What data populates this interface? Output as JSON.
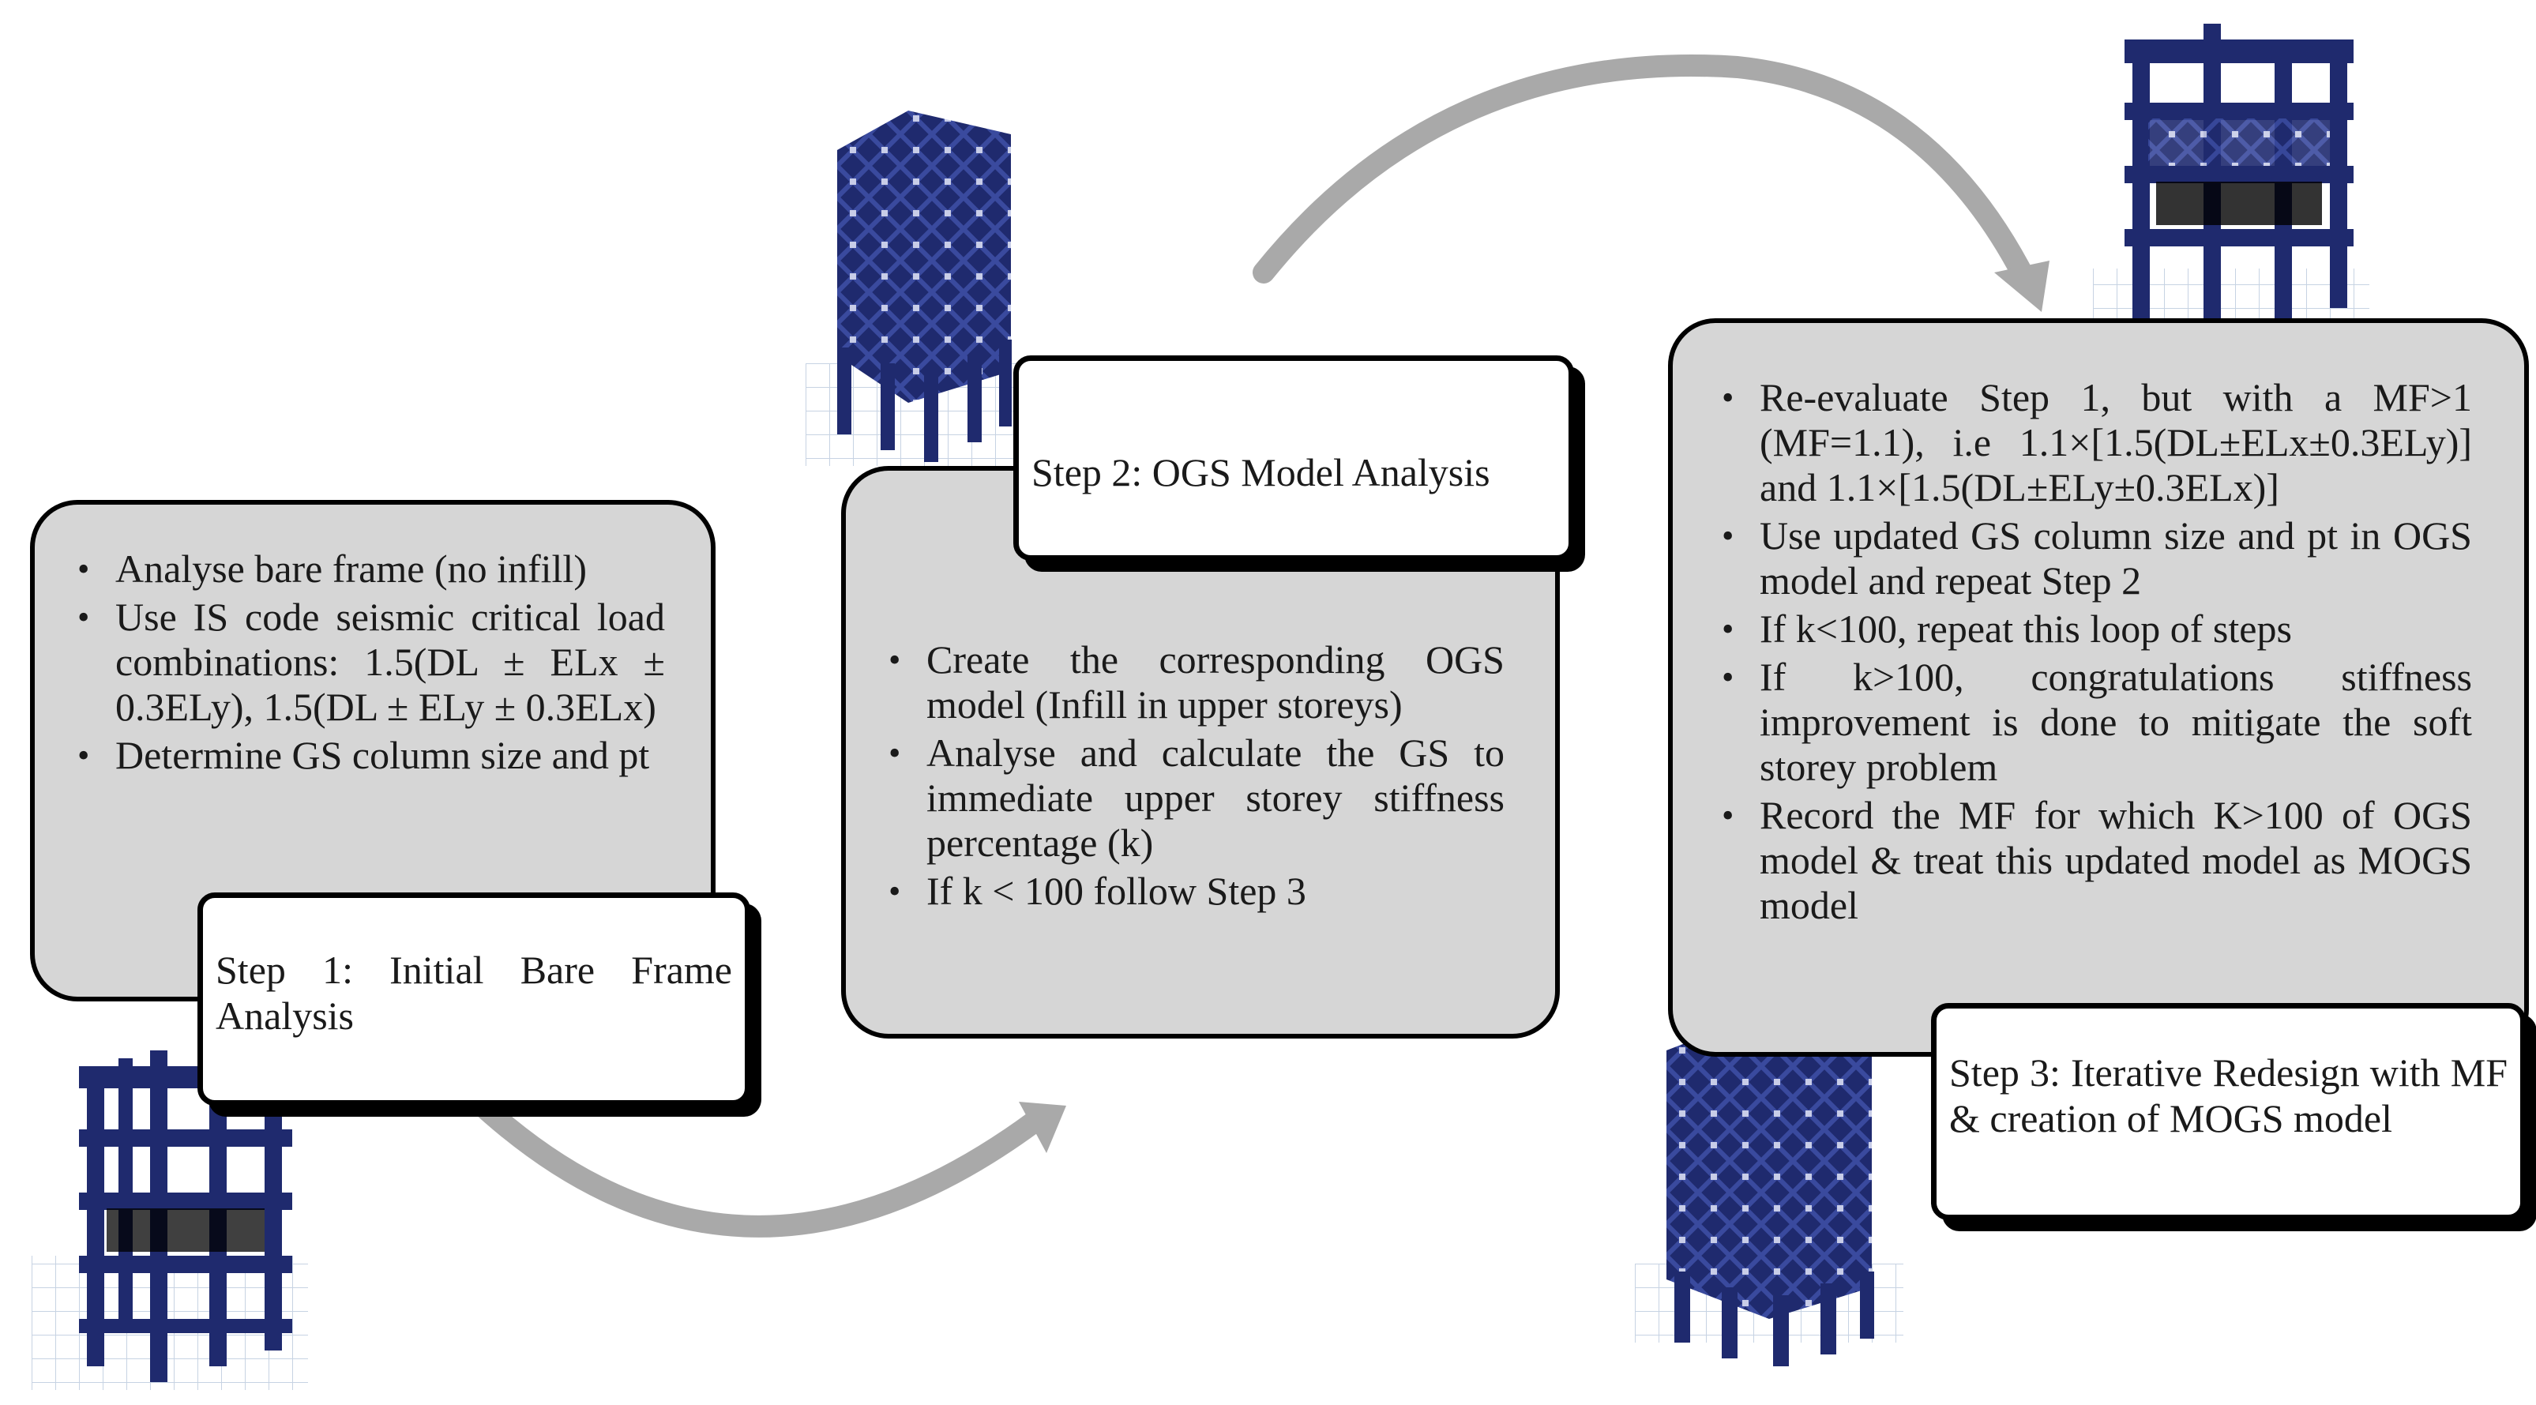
{
  "steps": {
    "step1": {
      "title": "Step 1: Initial Bare Frame Analysis",
      "items": [
        "Analyse bare frame (no infill)",
        "Use IS code seismic critical load combinations: 1.5(DL ± ELx ± 0.3ELy), 1.5(DL ± ELy ± 0.3ELx)",
        "Determine GS column size and pt"
      ],
      "model_icon": "bare-frame-building-icon"
    },
    "step2": {
      "title": "Step 2: OGS Model Analysis",
      "items": [
        "Create the corresponding OGS model (Infill in upper storeys)",
        "Analyse and calculate the GS to immediate upper storey stiffness percentage (k)",
        "If k < 100 follow Step 3"
      ],
      "model_icon": "ogs-frame-building-icon"
    },
    "step3": {
      "title": "Step 3: Iterative Redesign with MF & creation of MOGS model",
      "items": [
        "Re-evaluate Step 1, but with a MF>1 (MF=1.1), i.e 1.1×[1.5(DL±ELx±0.3ELy)] and 1.1×[1.5(DL±ELy±0.3ELx)]",
        "Use updated GS column size and pt in OGS model and repeat Step 2",
        "If k<100, repeat this loop of steps",
        "If k>100, congratulations stiffness improvement is done to mitigate the soft storey problem",
        "Record the MF for which K>100 of OGS model & treat this updated model as MOGS model"
      ],
      "model_icons": [
        "updated-frame-building-icon",
        "mogs-frame-building-icon"
      ]
    }
  },
  "colors": {
    "panel_fill": "#d6d6d6",
    "frame_blue": "#1f2a6e",
    "arrow_gray": "#a9a9a9"
  }
}
